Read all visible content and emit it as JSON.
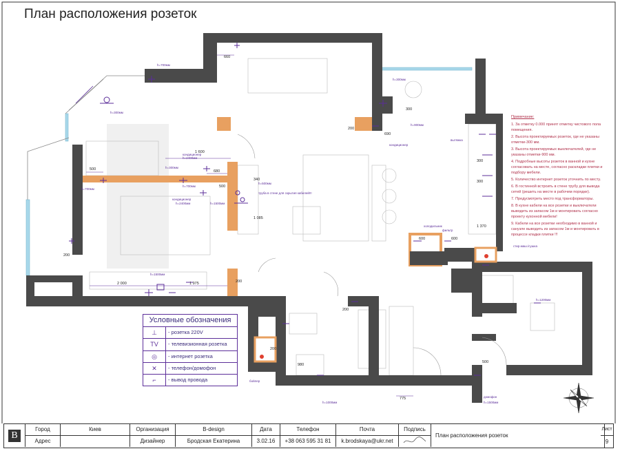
{
  "title": "План расположения розеток",
  "legend": {
    "title": "Условные обозначения",
    "items": [
      {
        "symbol": "⊥",
        "label": "- розетка 220V",
        "icon": "power-socket-icon"
      },
      {
        "symbol": "TV",
        "label": "- телевизионная розетка",
        "icon": "tv-socket-icon"
      },
      {
        "symbol": "◎",
        "label": "- интернет розетка",
        "icon": "internet-socket-icon"
      },
      {
        "symbol": "✕",
        "label": "- телефон/домофон",
        "icon": "phone-socket-icon"
      },
      {
        "symbol": "⌐",
        "label": "- вывод провода",
        "icon": "wire-outlet-icon"
      }
    ]
  },
  "notes": {
    "heading": "Примечание:",
    "items": [
      "1. За отметку 0.000 принят отметку чистового пола помещения.",
      "2. Высота проектируемых розеток, где не указаны отметки-300 мм.",
      "3. Высота проектируемых выключателей, где не указаны отметки-900 мм.",
      "4. Подробные высоты розеток в ванной и кухне согласовать на месте, согласно раскладки плитки и подбору мебели.",
      "5. Количество интернет розеток уточнить по месту.",
      "6. В гостинной встроить в стене трубу для вывода сетей (решить на месте в рабочем порядке).",
      "7. Предусмотреть место под трансформаторы.",
      "8. В кухне кабели на все розетки и выключатели выводить из запасом 1м и монтировать согласно проекту кухонной мебели!",
      "9. Кабели на все розетки необходимо в ванной и санузле выводить из запасом 1м и монтировать в процессе кладки плитки !!!"
    ]
  },
  "dims": [
    "660",
    "1 600",
    "500",
    "680",
    "500",
    "2 000",
    "1 975",
    "200",
    "200",
    "690",
    "200",
    "300",
    "200",
    "980",
    "775",
    "500",
    "600",
    "300",
    "300",
    "1 370",
    "1 085",
    "340",
    "600",
    "200"
  ],
  "labels": {
    "h700a": "h=700мм",
    "h300a": "h=300мм",
    "h700b": "h=700мм",
    "h2400a": "h=2400мм",
    "h300b": "h=300мм",
    "h500": "h=500мм",
    "h2400b": "h=2400мм",
    "h1500a": "h=1500мм",
    "h700c": "h=700мм",
    "pipe": "труба в стене для скрытия кабелей!!!",
    "h1500b": "h=1500мм",
    "cond1": "кондиционер",
    "cond2": "кондиционер",
    "cond3": "кондиционер",
    "h300c": "h=300мм",
    "h900a": "h=900мм",
    "hood": "вытяжка",
    "fridge": "холодильник",
    "boiler": "бойлер",
    "filter": "фильтр",
    "doorphone": "домофон",
    "h1000": "h=1000мм",
    "h1500c": "h=1500мм",
    "washer": "стир.маш./сушка",
    "h1200": "h=1200мм"
  },
  "titleblock": {
    "logo": "B",
    "headers": [
      "Город",
      "Киев",
      "Организация",
      "B-design",
      "Дата",
      "Телефон",
      "Почта",
      "Подпись"
    ],
    "values": [
      "Адрес",
      "",
      "Дизайнер",
      "Бродская Екатерина",
      "3.02.16",
      "+38 063 595 31 81",
      "k.brodskaya@ukr.net",
      ""
    ],
    "sheet_title": "План расположения розеток",
    "sheet_label": "Лист",
    "sheet_number": "9"
  },
  "colors": {
    "wall": "#4a4a4a",
    "accent": "#5b2d99",
    "window": "#a8d8ea",
    "orange": "#e8a060",
    "note": "#b0304a"
  }
}
